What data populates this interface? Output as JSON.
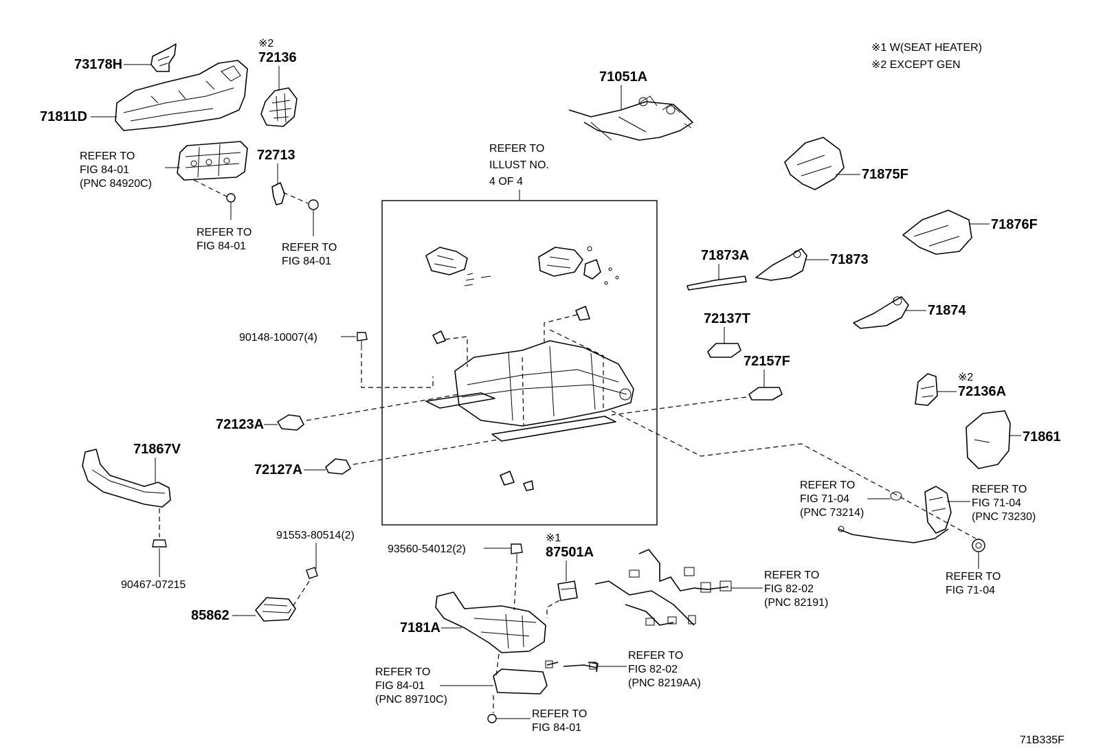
{
  "legend": {
    "note1": "※1  W(SEAT HEATER)",
    "note2": "※2  EXCEPT GEN"
  },
  "footer_code": "71B335F",
  "parts": {
    "p73178H": "73178H",
    "p71811D": "71811D",
    "p72136_mark": "※2",
    "p72136": "72136",
    "p72713": "72713",
    "p71051A": "71051A",
    "p71875F": "71875F",
    "p71876F": "71876F",
    "p71873A": "71873A",
    "p71873": "71873",
    "p71874": "71874",
    "p72137T": "72137T",
    "p72157F": "72157F",
    "p72136A_mark": "※2",
    "p72136A": "72136A",
    "p71861": "71861",
    "p90148": "90148-10007(4)",
    "p72123A": "72123A",
    "p72127A": "72127A",
    "p71867V": "71867V",
    "p90467": "90467-07215",
    "p91553": "91553-80514(2)",
    "p85862": "85862",
    "p93560": "93560-54012(2)",
    "p87501A_mark": "※1",
    "p87501A": "87501A",
    "p7181A": "7181A"
  },
  "refs": {
    "r84920C": [
      "REFER TO",
      "FIG 84-01",
      "(PNC 84920C)"
    ],
    "rFig8401a": [
      "REFER TO",
      "FIG 84-01"
    ],
    "rFig8401b": [
      "REFER TO",
      "FIG 84-01"
    ],
    "rIllust": [
      "REFER TO",
      "ILLUST NO.",
      "4 OF 4"
    ],
    "r73214": [
      "REFER TO",
      "FIG 71-04",
      "(PNC 73214)"
    ],
    "r73230": [
      "REFER TO",
      "FIG 71-04",
      "(PNC 73230)"
    ],
    "rFig7104": [
      "REFER TO",
      "FIG 71-04"
    ],
    "r82191": [
      "REFER TO",
      "FIG 82-02",
      "(PNC 82191)"
    ],
    "r8219AA": [
      "REFER TO",
      "FIG 82-02",
      "(PNC 8219AA)"
    ],
    "r89710C": [
      "REFER TO",
      "FIG 84-01",
      "(PNC 89710C)"
    ],
    "rFig8401c": [
      "REFER TO",
      "FIG 84-01"
    ]
  }
}
